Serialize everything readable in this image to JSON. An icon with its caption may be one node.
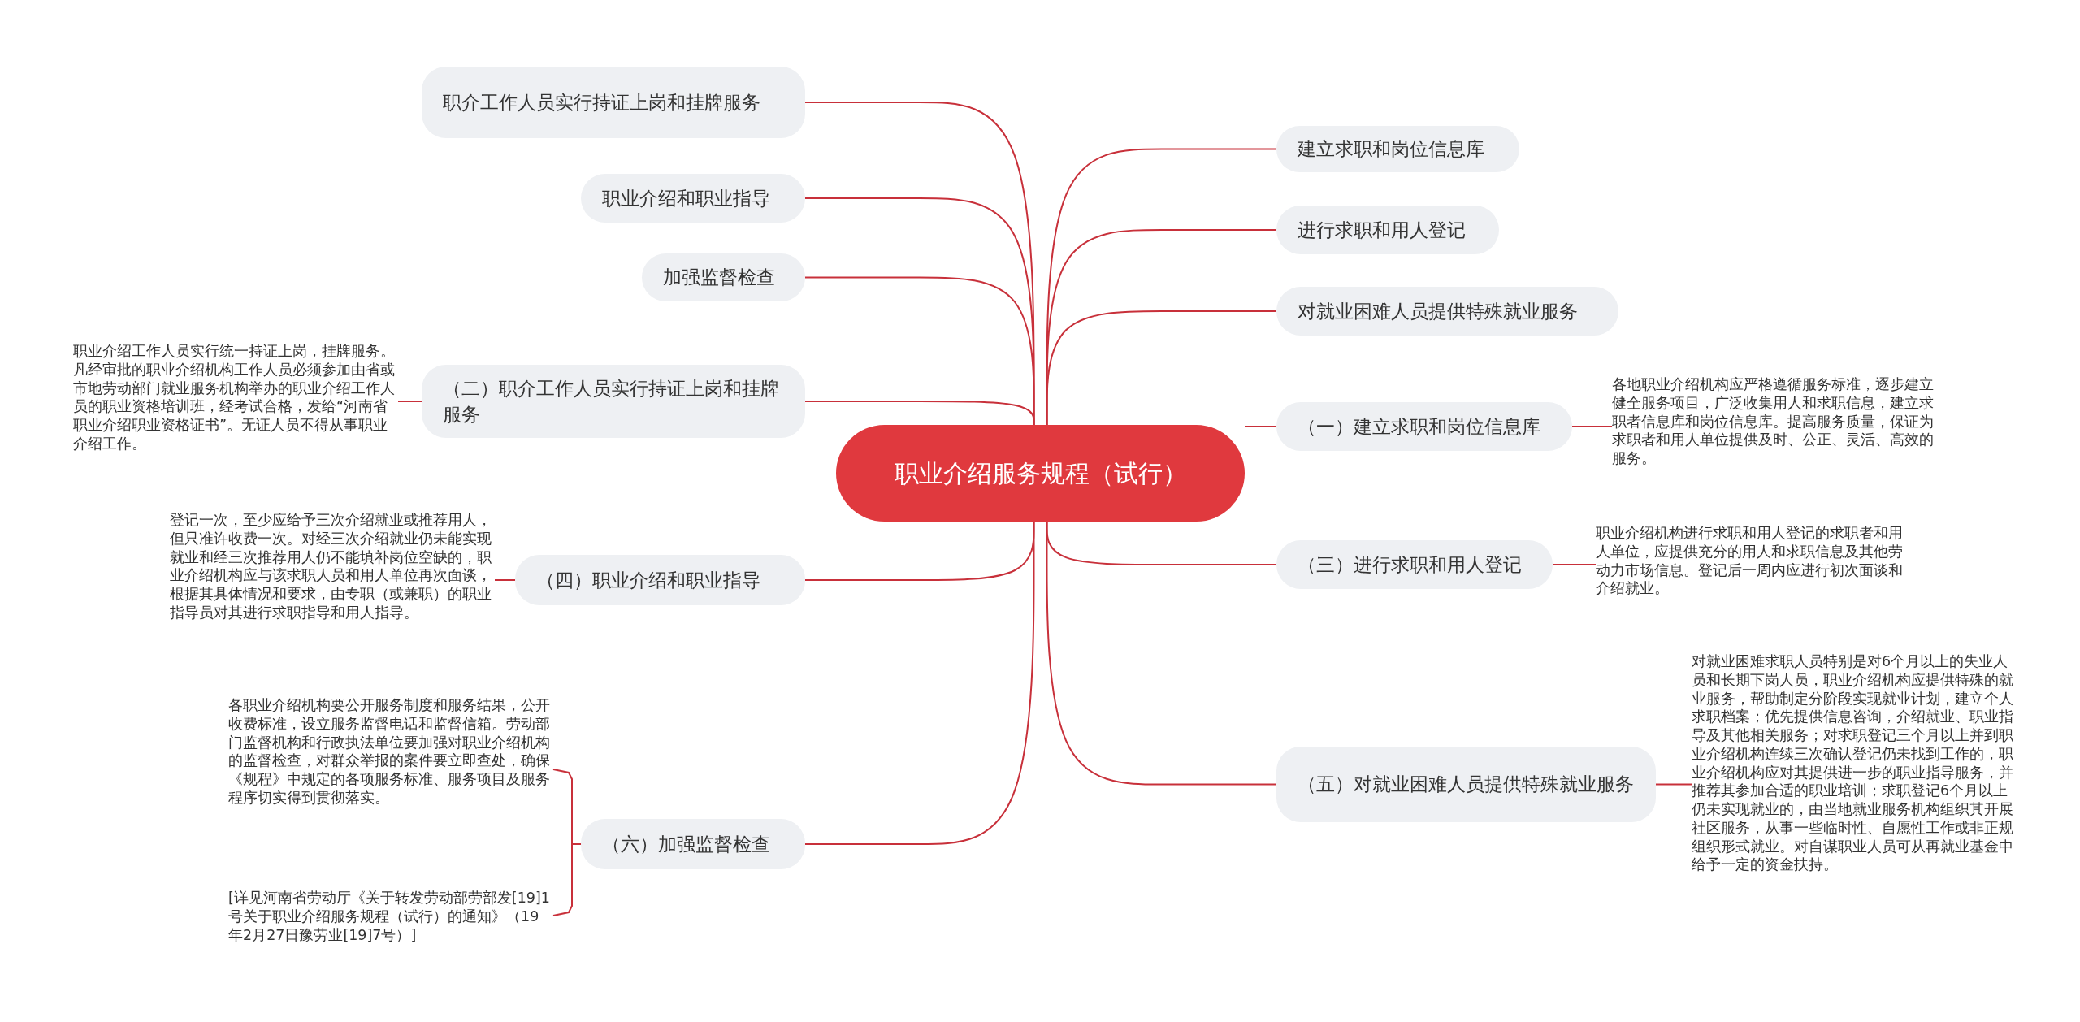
{
  "diagram": {
    "nodes": [
      {
        "text": [
          "职业介绍服务规程（试行）"
        ]
      },
      {
        "text": [
          "职介工作人员实行持证上岗和挂牌服务"
        ]
      },
      {
        "text": [
          "职业介绍和职业指导"
        ]
      },
      {
        "text": [
          "加强监督检查"
        ]
      },
      {
        "text": [
          "（二）职介工作人员实行持证上岗和挂牌服务"
        ]
      },
      {
        "text": [
          "职业介绍工作人员实行统一持证上岗，挂牌服务。凡经审批的职业介绍机构工作人员必须参加由省或市地劳动部门就业服务机构举办的职业介绍工作人员的职业资格培训班，经考试合格，发给“河南省职业介绍职业资格证书”。无证人员不得从事职业介绍工作。"
        ]
      },
      {
        "text": [
          "（四）职业介绍和职业指导"
        ]
      },
      {
        "text": [
          "登记一次，至少应给予三次介绍就业或推荐用人，但只准许收费一次。对经三次介绍就业仍未能实现就业和经三次推荐用人仍不能填补岗位空缺的，职业介绍机构应与该求职人员和用人单位再次面谈，根据其具体情况和要求，由专职（或兼职）的职业指导员对其进行求职指导和用人指导。"
        ]
      },
      {
        "text": [
          "（六）加强监督检查"
        ]
      },
      {
        "text": [
          "各职业介绍机构要公开服务制度和服务结果，公开收费标准，设立服务监督电话和监督信箱。劳动部门监督机构和行政执法单位要加强对职业介绍机构的监督检查，对群众举报的案件要立即查处，确保《规程》中规定的各项服务标准、服务项目及服务程序切实得到贯彻落实。"
        ]
      },
      {
        "text": [
          "[详见河南省劳动厅《关于转发劳动部劳部发[19]1号关于职业介绍服务规程（试行）的通知》（19年2月27日豫劳业[19]7号）]"
        ]
      },
      {
        "text": [
          "建立求职和岗位信息库"
        ]
      },
      {
        "text": [
          "进行求职和用人登记"
        ]
      },
      {
        "text": [
          "对就业困难人员提供特殊就业服务"
        ]
      },
      {
        "text": [
          "（一）建立求职和岗位信息库"
        ]
      },
      {
        "text": [
          "各地职业介绍机构应严格遵循服务标准，逐步建立健全服务项目，广泛收集用人和求职信息，建立求职者信息库和岗位信息库。提高服务质量，保证为求职者和用人单位提供及时、公正、灵活、高效的服务。"
        ]
      },
      {
        "text": [
          "（三）进行求职和用人登记"
        ]
      },
      {
        "text": [
          "职业介绍机构进行求职和用人登记的求职者和用人单位，应提供充分的用人和求职信息及其他劳动力市场信息。登记后一周内应进行初次面谈和介绍就业。"
        ]
      },
      {
        "text": [
          "（五）对就业困难人员提供特殊就业服务"
        ]
      },
      {
        "text": [
          "对就业困难求职人员特别是对6个月以上的失业人员和长期下岗人员，职业介绍机构应提供特殊的就业服务，帮助制定分阶段实现就业计划，建立个人求职档案；优先提供信息咨询，介绍就业、职业指导及其他相关服务；对求职登记三个月以上并到职业介绍机构连续三次确认登记仍未找到工作的，职业介绍机构应对其提供进一步的职业指导服务，并推荐其参加合适的职业培训；求职登记6个月以上仍未实现就业的，由当地就业服务机构组织其开展社区服务，从事一些临时性、自愿性工作或非正规组织形式就业。对自谋职业人员可从再就业基金中给予一定的资金扶持。"
        ]
      }
    ],
    "edges": [
      {
        "from": 0,
        "to": 1,
        "arrow": "none"
      },
      {
        "from": 0,
        "to": 2,
        "arrow": "none"
      },
      {
        "from": 0,
        "to": 3,
        "arrow": "none"
      },
      {
        "from": 0,
        "to": 4,
        "arrow": "none"
      },
      {
        "from": 4,
        "to": 5,
        "arrow": "none"
      },
      {
        "from": 0,
        "to": 6,
        "arrow": "none"
      },
      {
        "from": 6,
        "to": 7,
        "arrow": "none"
      },
      {
        "from": 0,
        "to": 8,
        "arrow": "none"
      },
      {
        "from": 8,
        "to": 9,
        "arrow": "none"
      },
      {
        "from": 8,
        "to": 10,
        "arrow": "none"
      },
      {
        "from": 0,
        "to": 11,
        "arrow": "none"
      },
      {
        "from": 0,
        "to": 12,
        "arrow": "none"
      },
      {
        "from": 0,
        "to": 13,
        "arrow": "none"
      },
      {
        "from": 0,
        "to": 14,
        "arrow": "none"
      },
      {
        "from": 14,
        "to": 15,
        "arrow": "none"
      },
      {
        "from": 0,
        "to": 16,
        "arrow": "none"
      },
      {
        "from": 16,
        "to": 17,
        "arrow": "none"
      },
      {
        "from": 0,
        "to": 18,
        "arrow": "none"
      },
      {
        "from": 18,
        "to": 19,
        "arrow": "none"
      }
    ]
  }
}
